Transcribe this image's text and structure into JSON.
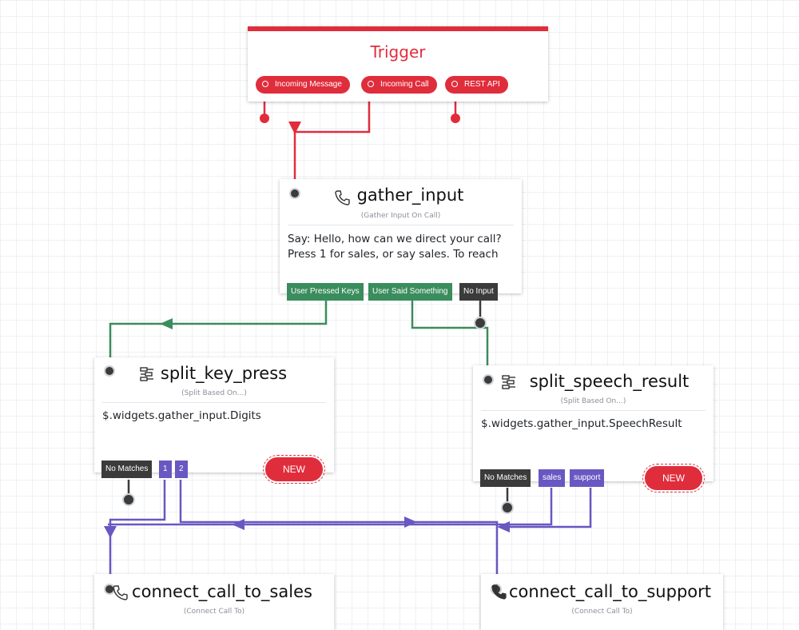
{
  "trigger": {
    "title": "Trigger",
    "events": [
      "Incoming Message",
      "Incoming Call",
      "REST API"
    ]
  },
  "nodes": {
    "gather_input": {
      "title": "gather_input",
      "subtitle": "(Gather Input On Call)",
      "body": "Say: Hello, how can we direct your call? Press 1 for sales, or say sales. To reach",
      "transitions": [
        "User Pressed Keys",
        "User Said Something",
        "No Input"
      ]
    },
    "split_key_press": {
      "title": "split_key_press",
      "subtitle": "(Split Based On...)",
      "body": "$.widgets.gather_input.Digits",
      "transitions": [
        "No Matches",
        "1",
        "2"
      ],
      "new_label": "NEW"
    },
    "split_speech_result": {
      "title": "split_speech_result",
      "subtitle": "(Split Based On...)",
      "body": "$.widgets.gather_input.SpeechResult",
      "transitions": [
        "No Matches",
        "sales",
        "support"
      ],
      "new_label": "NEW"
    },
    "connect_call_to_sales": {
      "title": "connect_call_to_sales",
      "subtitle": "(Connect Call To)"
    },
    "connect_call_to_support": {
      "title": "connect_call_to_support",
      "subtitle": "(Connect Call To)"
    }
  },
  "colors": {
    "trigger": "#e02d3c",
    "green": "#3a8d5c",
    "purple": "#6957c2",
    "dark": "#3b3b3b"
  },
  "icons": {
    "gather_input": "phone-icon",
    "split": "split-icon",
    "connect": "phone-connect-icon"
  }
}
